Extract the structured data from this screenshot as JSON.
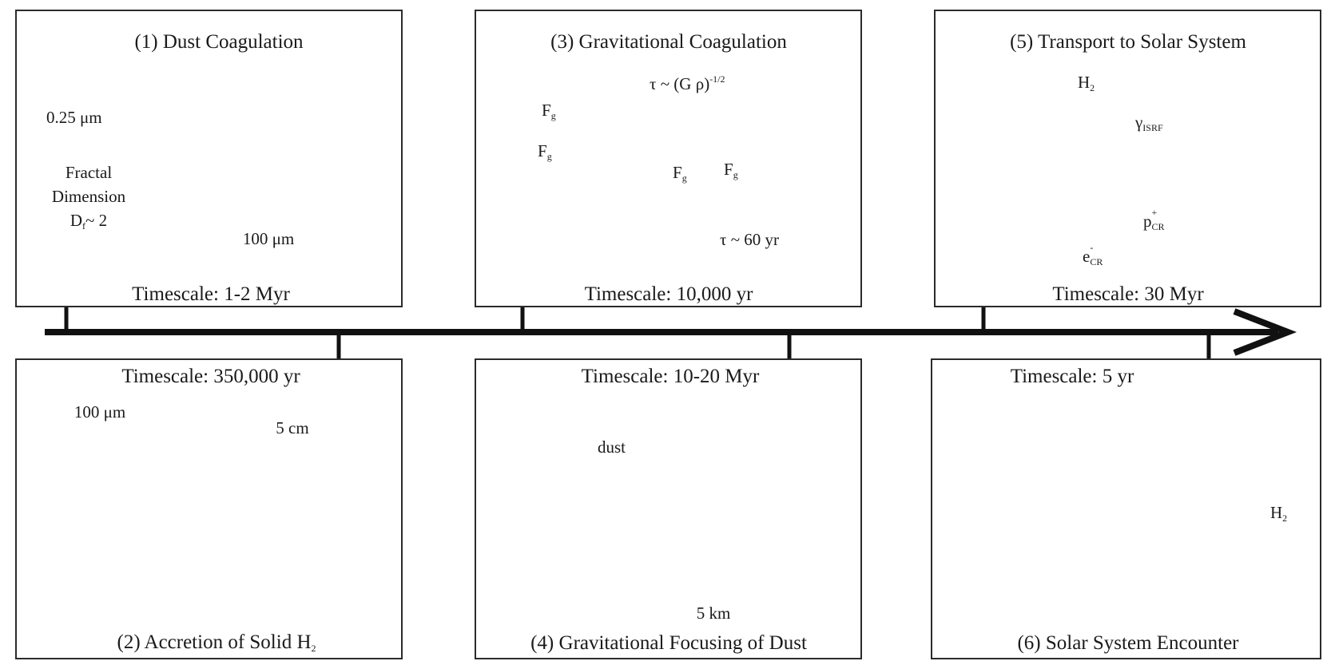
{
  "panels": [
    {
      "title": "(1) Dust Coagulation",
      "timescale": "Timescale: 1-2 Myr"
    },
    {
      "title": "(2) Accretion of Solid H",
      "title_sub": "2",
      "timescale": "Timescale: 350,000 yr"
    },
    {
      "title": "(3) Gravitational Coagulation",
      "timescale": "Timescale: 10,000 yr"
    },
    {
      "title": "(4) Gravitational Focusing of Dust",
      "timescale": "Timescale: 10-20 Myr"
    },
    {
      "title": "(5) Transport to Solar System",
      "timescale": "Timescale: 30 Myr"
    },
    {
      "title": "(6) Solar System Encounter",
      "timescale": "Timescale: 5 yr"
    }
  ],
  "p1": {
    "grain_size": "0.25 μm",
    "fractal_line1": "Fractal",
    "fractal_line2": "Dimension",
    "df_main": "D",
    "df_sub": "f",
    "df_rest": "~ 2",
    "aggregate_scale": "100 μm"
  },
  "p2": {
    "aggregate_scale": "100 μm",
    "body_scale": "5 cm"
  },
  "p3": {
    "tau_formula": "τ ~ (G ρ)",
    "tau_exp": "-1/2",
    "force_main": "F",
    "force_sub": "g",
    "tau_value": "τ ~ 60 yr"
  },
  "p4": {
    "dust_label": "dust",
    "body_scale": "5 km"
  },
  "p5": {
    "h2_main": "H",
    "h2_sub": "2",
    "gamma_main": "γ",
    "gamma_sub": "ISRF",
    "proton_main": "p",
    "proton_sup": "+",
    "proton_sub": "CR",
    "electron_main": "e",
    "electron_sup": "-",
    "electron_sub": "CR"
  },
  "p6": {
    "h2_main": "H",
    "h2_sub": "2"
  },
  "colors": {
    "dust": "#a88a55",
    "h2": "#a98cc8",
    "ice": "#58b8c0",
    "sun": "#f5ea3c",
    "photon": "#e8952a",
    "proton": "#c8323a",
    "electron": "#2f55a8"
  }
}
